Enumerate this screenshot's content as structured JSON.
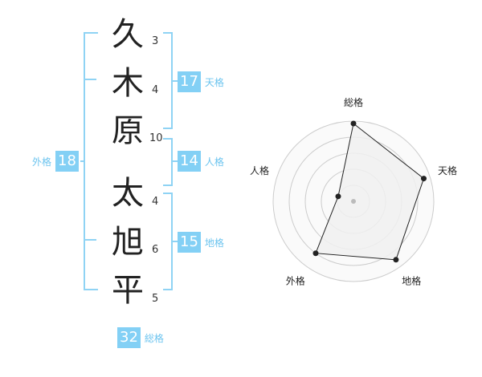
{
  "name": {
    "surname": [
      {
        "char": "久",
        "strokes": "3"
      },
      {
        "char": "木",
        "strokes": "4"
      },
      {
        "char": "原",
        "strokes": "10"
      }
    ],
    "given": [
      {
        "char": "太",
        "strokes": "4"
      },
      {
        "char": "旭",
        "strokes": "6"
      },
      {
        "char": "平",
        "strokes": "5"
      }
    ]
  },
  "scores": {
    "tenkaku": {
      "value": "17",
      "label": "天格"
    },
    "jinkaku": {
      "value": "14",
      "label": "人格"
    },
    "chikaku": {
      "value": "15",
      "label": "地格"
    },
    "gaikaku": {
      "value": "18",
      "label": "外格"
    },
    "soukaku": {
      "value": "32",
      "label": "総格"
    }
  },
  "radar": {
    "axes": [
      "総格",
      "天格",
      "地格",
      "外格",
      "人格"
    ],
    "values": [
      0.97,
      0.92,
      0.9,
      0.8,
      0.2
    ],
    "colors": {
      "grid": "#cccccc",
      "fill": "#f0f0f0",
      "line": "#222222",
      "center": "#bbbbbb"
    }
  }
}
